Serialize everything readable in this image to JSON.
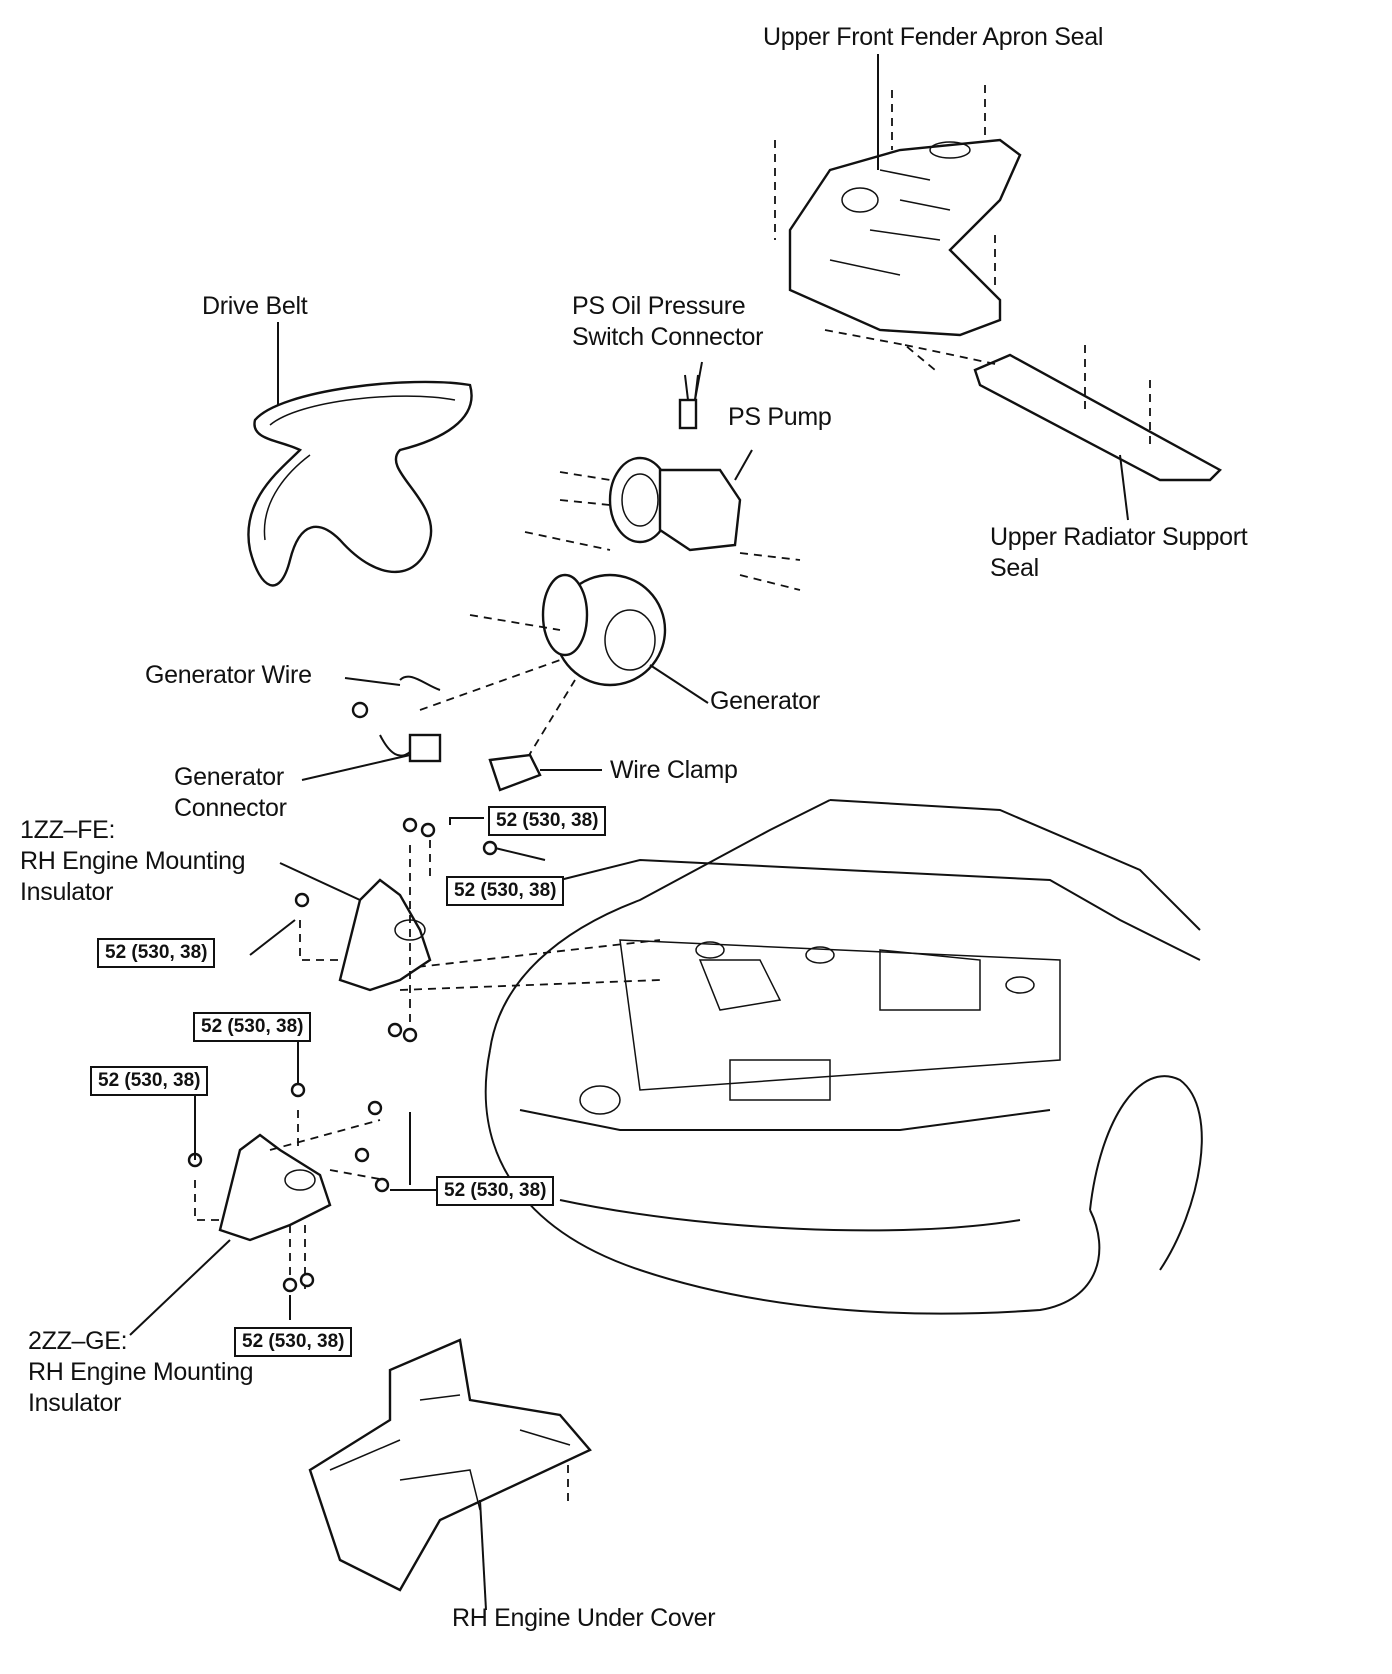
{
  "labels": {
    "upper_front_fender_apron_seal": "Upper Front Fender Apron Seal",
    "drive_belt": "Drive Belt",
    "ps_oil_pressure_switch_connector": "PS Oil Pressure\nSwitch Connector",
    "ps_pump": "PS Pump",
    "upper_radiator_support_seal": "Upper Radiator Support\nSeal",
    "generator_wire": "Generator Wire",
    "generator": "Generator",
    "wire_clamp": "Wire Clamp",
    "generator_connector": "Generator\nConnector",
    "insulator_1zz": "1ZZ–FE:\nRH Engine Mounting\nInsulator",
    "insulator_2zz": "2ZZ–GE:\nRH Engine Mounting\nInsulator",
    "rh_engine_under_cover": "RH Engine Under Cover"
  },
  "torque_specs": [
    "52 (530, 38)",
    "52 (530, 38)",
    "52 (530, 38)",
    "52 (530, 38)",
    "52 (530, 38)",
    "52 (530, 38)",
    "52 (530, 38)"
  ]
}
